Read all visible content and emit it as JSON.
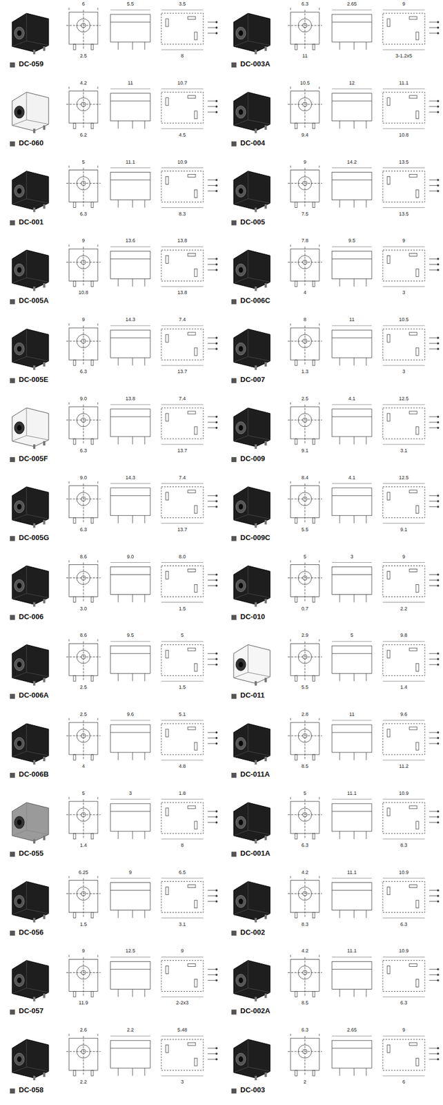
{
  "diagram": {
    "labels": [
      "DC-059",
      "6",
      "5.5",
      "3.5",
      "2.5",
      "8",
      "DC-003A",
      "6.3",
      "2.65",
      "9",
      "11",
      "3-1.2x5",
      "DC-060",
      "4.2",
      "11",
      "10.7",
      "6.2",
      "4.5",
      "DC-004",
      "10.5",
      "12",
      "11.1",
      "9.4",
      "10.8",
      "DC-001",
      "5",
      "11.1",
      "10.9",
      "6.3",
      "8.3",
      "DC-005",
      "9",
      "14.2",
      "13.5",
      "7.5",
      "13.5",
      "DC-005A",
      "9",
      "13.6",
      "13.8",
      "10.8",
      "13.8",
      "DC-006C",
      "7.8",
      "9.5",
      "9",
      "4",
      "3",
      "DC-005E",
      "9",
      "14.3",
      "7.4",
      "6.3",
      "13.7",
      "DC-007",
      "8",
      "11",
      "10.5",
      "1.3",
      "3",
      "DC-005F",
      "9.0",
      "13.8",
      "7.4",
      "6.3",
      "13.7",
      "DC-009",
      "2.5",
      "4.1",
      "12.5",
      "9.1",
      "3.1",
      "DC-005G",
      "9.0",
      "14.3",
      "7.4",
      "6.3",
      "13.7",
      "DC-009C",
      "8.4",
      "4.1",
      "12.5",
      "5.5",
      "9.1",
      "DC-006",
      "8.6",
      "9.0",
      "8.0",
      "3.0",
      "1.5",
      "DC-010",
      "5",
      "3",
      "9",
      "0.7",
      "2.2",
      "DC-006A",
      "8.6",
      "9.5",
      "5",
      "2.5",
      "1.5",
      "DC-011",
      "2.9",
      "5",
      "9.8",
      "5.5",
      "1.4",
      "DC-006B",
      "2.5",
      "9.6",
      "5.1",
      "4",
      "4.8",
      "DC-011A",
      "2.8",
      "11",
      "9.6",
      "8.5",
      "11.2",
      "DC-055",
      "5",
      "3",
      "1.8",
      "1.4",
      "8",
      "DC-001A",
      "5",
      "11.1",
      "10.9",
      "6.3",
      "8.3",
      "DC-056",
      "6.25",
      "9",
      "6.5",
      "1.5",
      "3.1",
      "DC-002",
      "4.2",
      "11.1",
      "10.9",
      "8.3",
      "6.3",
      "DC-057",
      "9",
      "12.5",
      "9",
      "11.9",
      "2-2x3",
      "DC-002A",
      "4.2",
      "11.1",
      "10.9",
      "8.5",
      "6.3",
      "DC-058",
      "2.6",
      "2.2",
      "5.48",
      "2.2",
      "3",
      "DC-003",
      "6.3",
      "2.65",
      "9",
      "2",
      "6"
    ]
  }
}
